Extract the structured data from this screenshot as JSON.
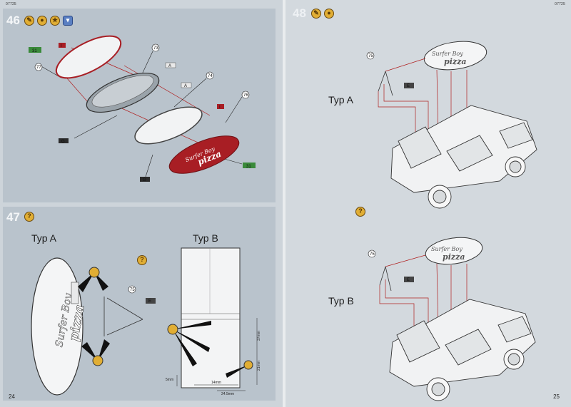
{
  "header": {
    "left_code": "07725",
    "right_code": "07725"
  },
  "steps": {
    "s46": {
      "number": "46"
    },
    "s47": {
      "number": "47",
      "typ_a": "Typ A",
      "typ_b": "Typ B"
    },
    "s48": {
      "number": "48",
      "typ_a": "Typ A",
      "typ_b": "Typ B"
    }
  },
  "part_labels": {
    "p73": "73",
    "p74": "74",
    "p75": "75",
    "p76": "76",
    "p77": "77",
    "a": "A",
    "g": "G",
    "i": "I",
    "e": "E",
    "decal31": "31",
    "h": "H",
    "j": "I"
  },
  "sign": {
    "line1": "Surfer Boy",
    "line2": "pizza"
  },
  "measurements": {
    "m1": "37mm",
    "m2": "24.5mm",
    "m3": "21mm",
    "m4": "5mm",
    "m5": "14mm"
  },
  "page_numbers": {
    "left": "24",
    "right": "25"
  },
  "colors": {
    "sign_red": "#a81e24",
    "badge_gold": "#e1ae34",
    "panel_blue": "#b9c3cc"
  }
}
